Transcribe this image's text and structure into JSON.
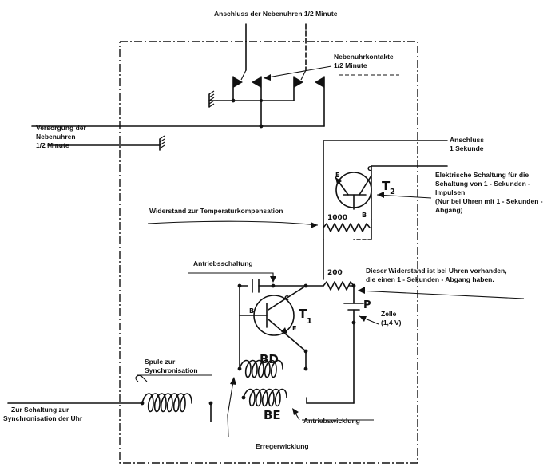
{
  "labels": {
    "anschluss_nebenuhren": "Anschluss der Nebenuhren  1/2 Minute",
    "nebenuhrkontakte_1": "Nebenuhrkontakte",
    "nebenuhrkontakte_2": "1/2 Minute",
    "versorgung_1": "Versorgung der",
    "versorgung_2": "Nebenuhren",
    "versorgung_3": "1/2 Minute",
    "anschluss_sekunde_1": "Anschluss",
    "anschluss_sekunde_2": "1 Sekunde",
    "elektrische_1": "Elektrische Schaltung für die",
    "elektrische_2": "Schaltung von 1 - Sekunden -",
    "elektrische_3": "Impulsen",
    "elektrische_4": "(Nur bei Uhren mit 1 - Sekunden -",
    "elektrische_5": "Abgang)",
    "widerstand_temp": "Widerstand zur Temperaturkompensation",
    "antriebsschaltung": "Antriebsschaltung",
    "dieser_widerstand_1": "Dieser Widerstand ist bei Uhren vorhanden,",
    "dieser_widerstand_2": "die einen 1 - Sekunden - Abgang haben.",
    "zelle_1": "Zelle",
    "zelle_2": "(1,4 V)",
    "spule_1": "Spule zur",
    "spule_2": "Synchronisation",
    "zur_schaltung_1": "Zur Schaltung zur",
    "zur_schaltung_2": "Synchronisation der Uhr",
    "antriebswicklung": "Antriebswicklung",
    "erregerwicklung": "Erregerwicklung"
  },
  "components": {
    "t2_name": "T",
    "t2_sub": "2",
    "t2_e": "E",
    "t2_c": "C",
    "t2_b": "B",
    "t1_name": "T",
    "t1_sub": "1",
    "t1_b": "B",
    "t1_c": "C",
    "t1_e": "E",
    "r_1000": "1000",
    "r_200": "200",
    "cell_p": "P",
    "coil_bd": "BD",
    "coil_be": "BE"
  }
}
